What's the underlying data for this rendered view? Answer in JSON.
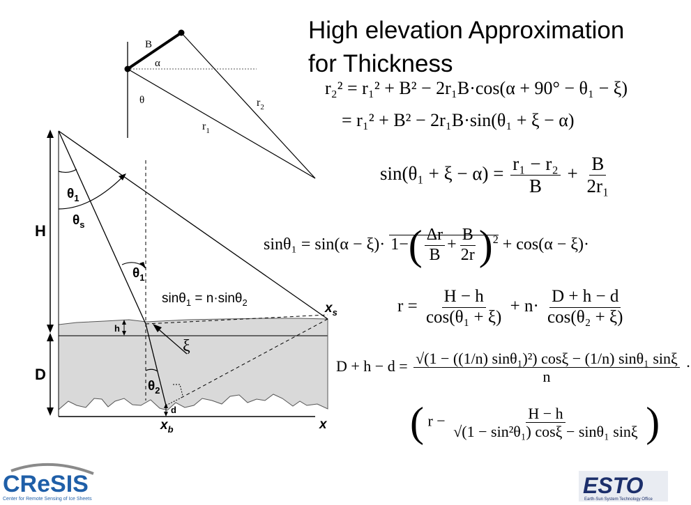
{
  "title": "High elevation Approximation for Thickness",
  "labels": {
    "B": "B",
    "alpha": "α",
    "theta": "θ",
    "r2": "r",
    "r2_sub": "2",
    "r1": "r",
    "r1_sub": "1",
    "H": "H",
    "D": "D",
    "theta1_top": "θ",
    "theta1_top_sub": "1",
    "theta_s": "θ",
    "theta_s_sub": "s",
    "theta1_mid": "θ",
    "theta1_mid_sub": "1",
    "snell": "sinθ",
    "snell_sub1": "1",
    "snell_mid": " = n·sinθ",
    "snell_sub2": "2",
    "xs": "x",
    "xs_sub": "s",
    "h": "h",
    "xi": "ξ",
    "theta2": "θ",
    "theta2_sub": "2",
    "d": "d",
    "xb": "x",
    "xb_sub": "b",
    "x_axis": "x"
  },
  "equations": {
    "eq1": "r₂² = r₁² + B² − 2r₁B·cos(α + 90° − θ₁ − ξ)",
    "eq2": "= r₁² + B² − 2r₁B·sin(θ₁ + ξ − α)",
    "eq3_lhs": "sin(θ₁ + ξ − α) =",
    "eq3_f1_num": "r₁ − r₂",
    "eq3_f1_den": "B",
    "eq3_f2_num": "B",
    "eq3_f2_den": "2r₁",
    "eq4_lhs": "sinθ₁ = sin(α − ξ)·",
    "eq4_mid": "+ cos(α − ξ)·",
    "eq4_f_num1": "Δr",
    "eq4_f_den1": "B",
    "eq4_f_num2": "B",
    "eq4_f_den2": "2r",
    "eq5_lhs": "r =",
    "eq5_f1_num": "H − h",
    "eq5_f1_den": "cos(θ₁ + ξ)",
    "eq5_mid": "+ n·",
    "eq5_f2_num": "D + h − d",
    "eq5_f2_den": "cos(θ₂ + ξ)",
    "eq6_lhs": "D + h − d =",
    "eq6_num": "√(1 − ((1/n) sinθ₁)²) cosξ − (1/n) sinθ₁ sinξ",
    "eq6_den": "n",
    "eq6_dot": "·",
    "eq7_num": "H − h",
    "eq7_den": "√(1 − sin²θ₁) cosξ − sinθ₁ sinξ",
    "eq7_pre": "r −"
  },
  "logos": {
    "cresis_text": "CReSIS",
    "cresis_sub": "Center for Remote Sensing of Ice Sheets",
    "esto_text": "ESTO",
    "esto_sub": "Earth-Sun System Technology Office"
  },
  "colors": {
    "ice": "#d9d9d9",
    "cresis_blue": "#1f5fa8",
    "cresis_gray": "#8a8a8a",
    "esto_blue": "#1c2f6b"
  }
}
